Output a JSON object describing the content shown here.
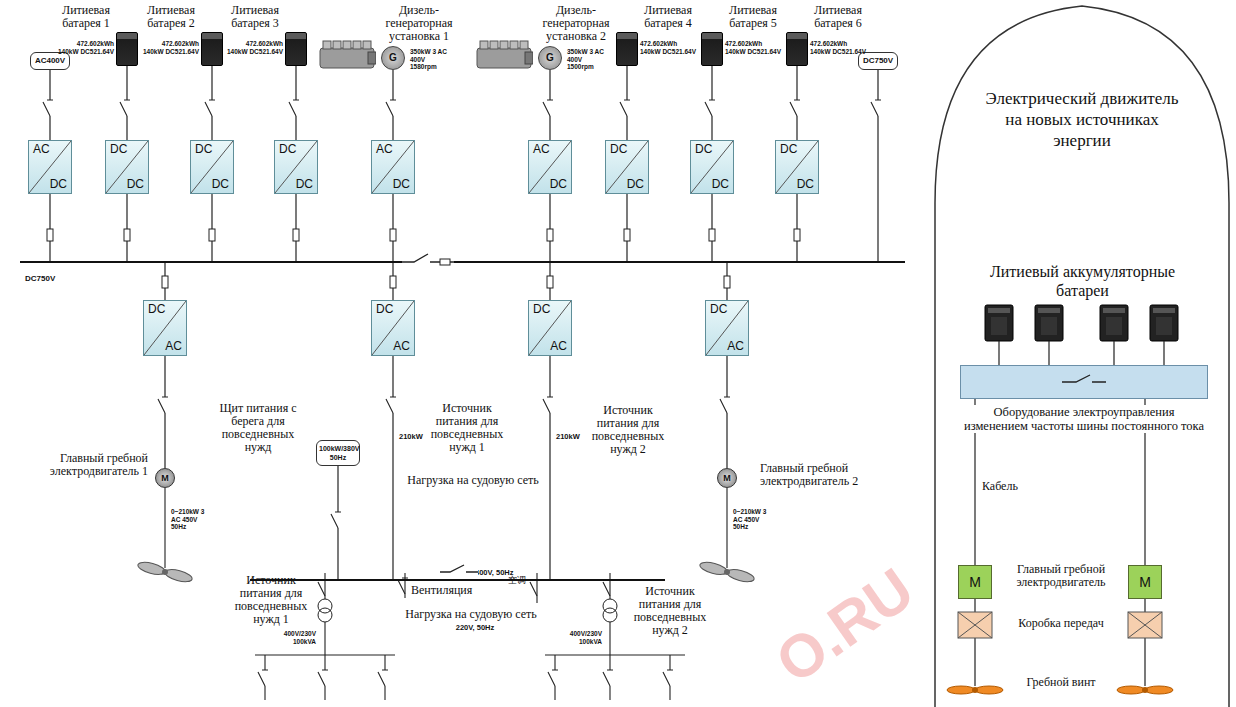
{
  "diagram": {
    "nodes": [
      {
        "text": [
          "AC400V"
        ]
      },
      {
        "text": [
          "Литиевая батарея 1",
          "472.602kWh 140kW DC521.64V"
        ]
      },
      {
        "text": [
          "Литиевая батарея 2",
          "472.602kWh 140kW DC521.64V"
        ]
      },
      {
        "text": [
          "Литиевая батарея 3",
          "472.602kWh 140kW DC521.64V"
        ]
      },
      {
        "text": [
          "Дизель-генераторная установка 1",
          "G",
          "350kW 3 AC 400V 1580rpm"
        ]
      },
      {
        "text": [
          "Дизель-генераторная установка 2",
          "G",
          "350kW 3 AC 400V 1500rpm"
        ]
      },
      {
        "text": [
          "Литиевая батарея 4",
          "472.602kWh 140kW DC521.64V"
        ]
      },
      {
        "text": [
          "Литиевая батарея 5",
          "472.602kWh 140kW DC521.64V"
        ]
      },
      {
        "text": [
          "Литиевая батарея 6",
          "472.602kWh 140kW DC521.64V"
        ]
      },
      {
        "text": [
          "DC750V"
        ]
      },
      {
        "text": [
          "AC",
          "DC"
        ]
      },
      {
        "text": [
          "DC",
          "DC"
        ]
      },
      {
        "text": [
          "DC",
          "DC"
        ]
      },
      {
        "text": [
          "DC",
          "DC"
        ]
      },
      {
        "text": [
          "AC",
          "DC"
        ]
      },
      {
        "text": [
          "AC",
          "DC"
        ]
      },
      {
        "text": [
          "DC",
          "DC"
        ]
      },
      {
        "text": [
          "DC",
          "DC"
        ]
      },
      {
        "text": [
          "DC",
          "DC"
        ]
      },
      {
        "text": [
          "DC750V"
        ]
      },
      {
        "text": [
          "DC",
          "AC"
        ]
      },
      {
        "text": [
          "DC",
          "AC"
        ]
      },
      {
        "text": [
          "DC",
          "AC"
        ]
      },
      {
        "text": [
          "DC",
          "AC"
        ]
      },
      {
        "text": [
          "M"
        ]
      },
      {
        "text": [
          "100kW/380V 50Hz"
        ]
      },
      {
        "text": [
          "M"
        ]
      },
      {
        "text": [
          "400V, 50Hz"
        ]
      },
      {
        "text": [
          "Электрический движитель на новых источниках энергии"
        ]
      },
      {
        "text": [
          "Оборудование электроуправления изменением частоты шины постоянного тока"
        ],
        "in": 28
      },
      {
        "text": [
          "M"
        ],
        "in": 28
      },
      {
        "text": [
          "M"
        ],
        "in": 28
      }
    ],
    "edges": [
      {
        "from": 0,
        "to": 10,
        "arrow": "none"
      },
      {
        "from": 1,
        "to": 11,
        "arrow": "none"
      },
      {
        "from": 2,
        "to": 12,
        "arrow": "none"
      },
      {
        "from": 3,
        "to": 13,
        "arrow": "none"
      },
      {
        "from": 4,
        "to": 14,
        "arrow": "none"
      },
      {
        "from": 5,
        "to": 15,
        "arrow": "none"
      },
      {
        "from": 6,
        "to": 16,
        "arrow": "none"
      },
      {
        "from": 7,
        "to": 17,
        "arrow": "none"
      },
      {
        "from": 8,
        "to": 18,
        "arrow": "none"
      },
      {
        "from": 9,
        "to": 19,
        "arrow": "none"
      },
      {
        "from": 10,
        "to": 19,
        "arrow": "none"
      },
      {
        "from": 11,
        "to": 19,
        "arrow": "none"
      },
      {
        "from": 12,
        "to": 19,
        "arrow": "none"
      },
      {
        "from": 13,
        "to": 19,
        "arrow": "none"
      },
      {
        "from": 14,
        "to": 19,
        "arrow": "none"
      },
      {
        "from": 15,
        "to": 19,
        "arrow": "none"
      },
      {
        "from": 16,
        "to": 19,
        "arrow": "none"
      },
      {
        "from": 17,
        "to": 19,
        "arrow": "none"
      },
      {
        "from": 18,
        "to": 19,
        "arrow": "none"
      },
      {
        "from": 19,
        "to": 20,
        "arrow": "none"
      },
      {
        "from": 19,
        "to": 21,
        "arrow": "none"
      },
      {
        "from": 19,
        "to": 22,
        "arrow": "none"
      },
      {
        "from": 19,
        "to": 23,
        "arrow": "none"
      },
      {
        "from": 20,
        "to": 24,
        "arrow": "none"
      },
      {
        "from": 21,
        "to": 27,
        "label": "210kW",
        "arrow": "none"
      },
      {
        "from": 22,
        "to": 27,
        "label": "210kW",
        "arrow": "none"
      },
      {
        "from": 23,
        "to": 26,
        "arrow": "none"
      },
      {
        "from": 25,
        "to": 27,
        "arrow": "none"
      },
      {
        "from": 29,
        "to": 30,
        "label": "Кабель",
        "arrow": "none"
      },
      {
        "from": 29,
        "to": 31,
        "arrow": "none"
      }
    ],
    "labels": [
      "Главный гребной электродвигатель 1",
      "0~210kW 3 AC 450V 50Hz",
      "Главный гребной электродвигатель 2",
      "0~210kW 3 AC 450V 50Hz",
      "Щит питания с берега для повседневных нужд",
      "Источник питания для повседневных нужд 1",
      "Источник питания для повседневных нужд 2",
      "Нагрузка на судовую сеть",
      "Источник питания для повседневных нужд 1",
      "400V/230V 100kVA",
      "Вентиляция",
      "空调",
      "Нагрузка на судовую сеть",
      "220V, 50Hz",
      "Источник питания для повседневных нужд 2",
      "400V/230V 100kVA",
      "Литиевый аккумуляторные батареи",
      "Главный гребной электродвигатель",
      "Коробка передач",
      "Гребной винт",
      "O.RU"
    ]
  }
}
